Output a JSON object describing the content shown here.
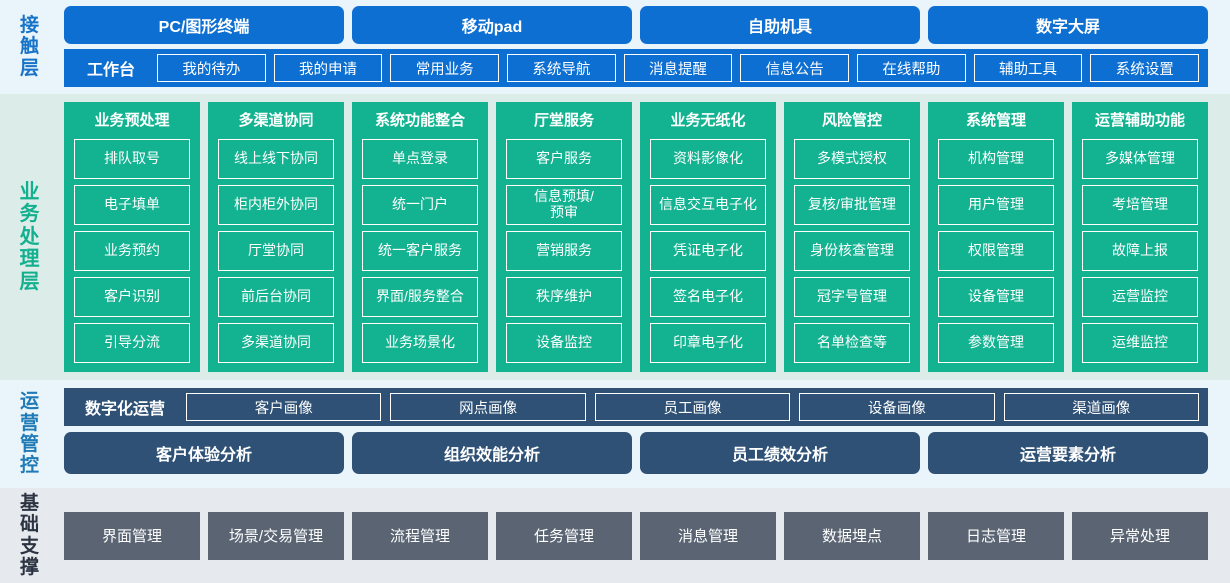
{
  "layers": {
    "touch": {
      "label": "接触层",
      "devices": [
        "PC/图形终端",
        "移动pad",
        "自助机具",
        "数字大屏"
      ],
      "workbench_title": "工作台",
      "workbench_items": [
        "我的待办",
        "我的申请",
        "常用业务",
        "系统导航",
        "消息提醒",
        "信息公告",
        "在线帮助",
        "辅助工具",
        "系统设置"
      ]
    },
    "business": {
      "label": "业务处理层",
      "columns": [
        {
          "title": "业务预处理",
          "items": [
            "排队取号",
            "电子填单",
            "业务预约",
            "客户识别",
            "引导分流"
          ]
        },
        {
          "title": "多渠道协同",
          "items": [
            "线上线下协同",
            "柜内柜外协同",
            "厅堂协同",
            "前后台协同",
            "多渠道协同"
          ]
        },
        {
          "title": "系统功能整合",
          "items": [
            "单点登录",
            "统一门户",
            "统一客户服务",
            "界面/服务整合",
            "业务场景化"
          ]
        },
        {
          "title": "厅堂服务",
          "items": [
            "客户服务",
            "信息预填/\n预审",
            "营销服务",
            "秩序维护",
            "设备监控"
          ]
        },
        {
          "title": "业务无纸化",
          "items": [
            "资料影像化",
            "信息交互电子化",
            "凭证电子化",
            "签名电子化",
            "印章电子化"
          ]
        },
        {
          "title": "风险管控",
          "items": [
            "多模式授权",
            "复核/审批管理",
            "身份核查管理",
            "冠字号管理",
            "名单检查等"
          ]
        },
        {
          "title": "系统管理",
          "items": [
            "机构管理",
            "用户管理",
            "权限管理",
            "设备管理",
            "参数管理"
          ]
        },
        {
          "title": "运营辅助功能",
          "items": [
            "多媒体管理",
            "考培管理",
            "故障上报",
            "运营监控",
            "运维监控"
          ]
        }
      ]
    },
    "operations": {
      "label": "运营管控",
      "digital_title": "数字化运营",
      "portraits": [
        "客户画像",
        "网点画像",
        "员工画像",
        "设备画像",
        "渠道画像"
      ],
      "analyses": [
        "客户体验分析",
        "组织效能分析",
        "员工绩效分析",
        "运营要素分析"
      ]
    },
    "foundation": {
      "label": "基础支撑",
      "items": [
        "界面管理",
        "场景/交易管理",
        "流程管理",
        "任务管理",
        "消息管理",
        "数据埋点",
        "日志管理",
        "异常处理"
      ]
    }
  },
  "colors": {
    "touch_bg": "#eaf4fb",
    "touch_accent": "#0d6fd1",
    "business_bg": "#dcece8",
    "business_accent": "#13b391",
    "operations_bg": "#e9f4fb",
    "operations_accent": "#2e5175",
    "foundation_bg": "#e6e9ed",
    "foundation_accent": "#5a6473"
  }
}
